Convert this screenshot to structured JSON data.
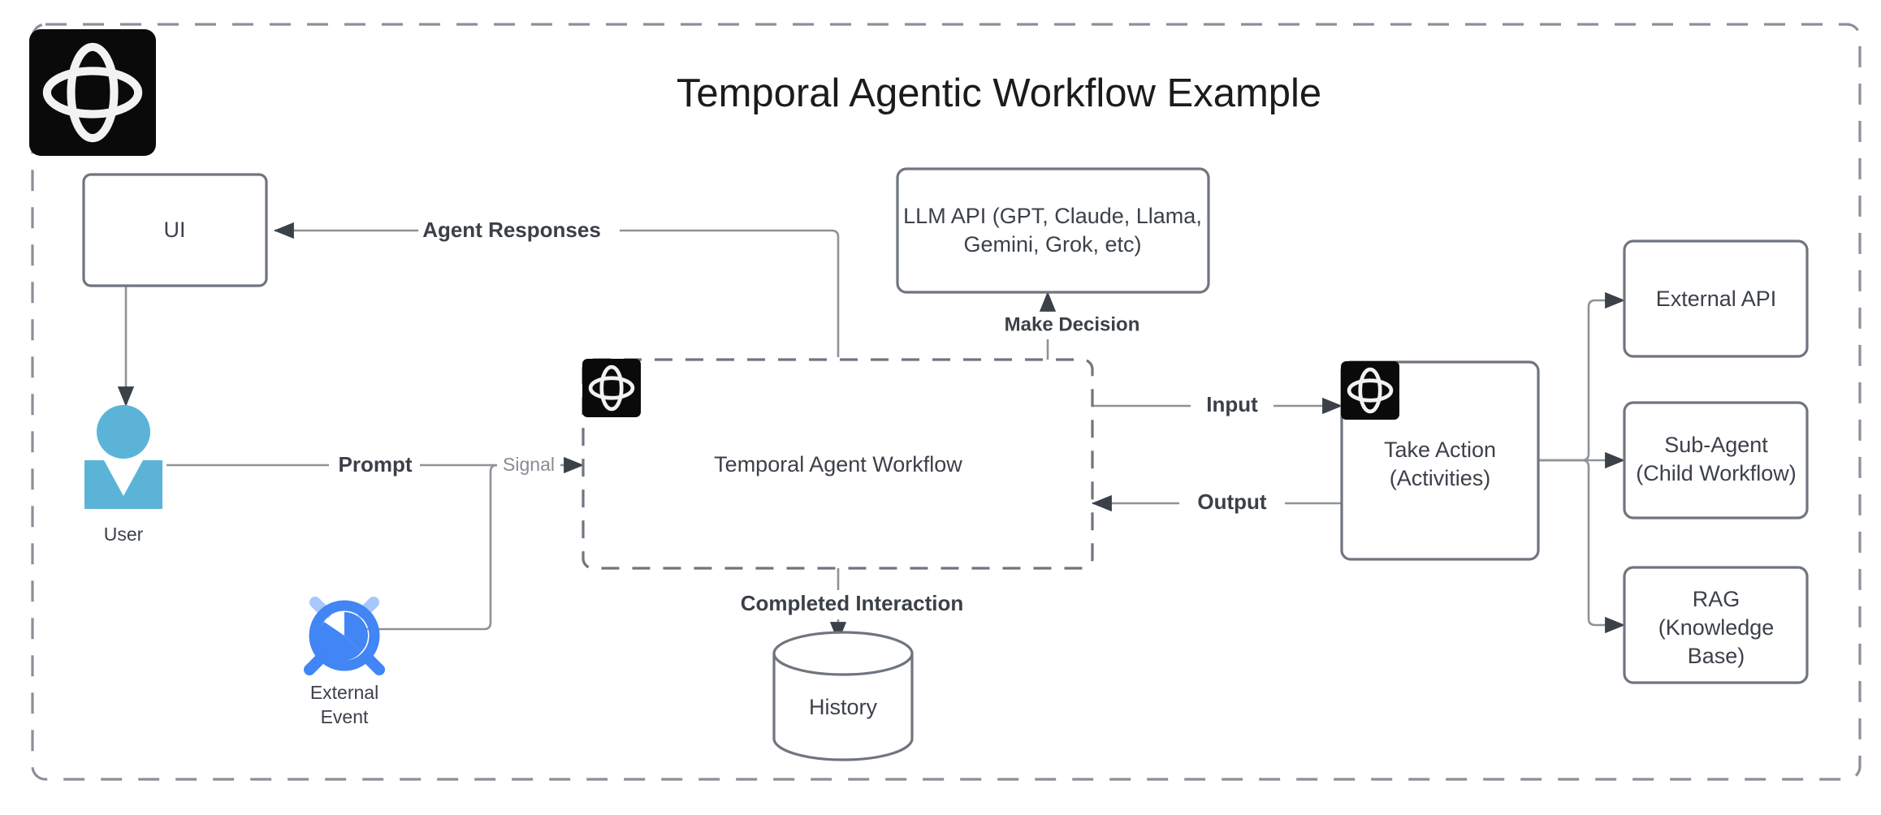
{
  "diagram": {
    "title": "Temporal Agentic Workflow Example",
    "brand_logo": "temporal-logo-icon",
    "colors": {
      "box_border": "#6f757f",
      "outer_border": "#8a8f99",
      "edge": "#8e9299",
      "user_blue": "#5bb4d8",
      "clock_blue": "#4285f4",
      "clock_bell_light": "#a8c7fb",
      "logo_bg": "#0a0a0a",
      "text": "#3c4149",
      "title_text": "#1b1b1b"
    },
    "nodes": {
      "ui": {
        "label": "UI",
        "shape": "rounded-rect"
      },
      "user": {
        "label": "User",
        "shape": "actor-icon"
      },
      "external_event": {
        "label_line1": "External",
        "label_line2": "Event",
        "shape": "alarm-clock-icon"
      },
      "llm_api": {
        "label_line1": "LLM API (GPT, Claude, Llama,",
        "label_line2": "Gemini, Grok, etc)",
        "shape": "rounded-rect"
      },
      "temporal_workflow": {
        "label": "Temporal Agent Workflow",
        "shape": "dashed-rounded-rect",
        "badge": "temporal-logo-icon"
      },
      "history": {
        "label": "History",
        "shape": "cylinder"
      },
      "take_action": {
        "label_line1": "Take Action",
        "label_line2": "(Activities)",
        "shape": "rounded-rect",
        "badge": "temporal-logo-icon"
      },
      "external_api": {
        "label": "External API",
        "shape": "rounded-rect"
      },
      "sub_agent": {
        "label_line1": "Sub-Agent",
        "label_line2": "(Child Workflow)",
        "shape": "rounded-rect"
      },
      "rag": {
        "label_line1": "RAG",
        "label_line2": "(Knowledge",
        "label_line3": "Base)",
        "shape": "rounded-rect"
      }
    },
    "edges": [
      {
        "id": "agent-responses",
        "label": "Agent Responses",
        "from": "temporal_workflow",
        "to": "ui",
        "style": "bold"
      },
      {
        "id": "ui-to-user",
        "label": "",
        "from": "ui",
        "to": "user",
        "style": "plain"
      },
      {
        "id": "prompt",
        "label": "Prompt",
        "from": "user",
        "to": "temporal_workflow",
        "style": "bold"
      },
      {
        "id": "signal",
        "label": "Signal",
        "from": "user",
        "to": "temporal_workflow",
        "style": "light"
      },
      {
        "id": "external-event-to-signal",
        "label": "",
        "from": "external_event",
        "to": "temporal_workflow",
        "style": "plain"
      },
      {
        "id": "make-decision",
        "label": "Make Decision",
        "from": "temporal_workflow",
        "to": "llm_api",
        "style": "bold"
      },
      {
        "id": "completed-interaction",
        "label": "Completed Interaction",
        "from": "temporal_workflow",
        "to": "history",
        "style": "bold"
      },
      {
        "id": "input",
        "label": "Input",
        "from": "temporal_workflow",
        "to": "take_action",
        "style": "bold"
      },
      {
        "id": "output",
        "label": "Output",
        "from": "take_action",
        "to": "temporal_workflow",
        "style": "bold"
      },
      {
        "id": "action-to-external-api",
        "label": "",
        "from": "take_action",
        "to": "external_api",
        "style": "plain"
      },
      {
        "id": "action-to-sub-agent",
        "label": "",
        "from": "take_action",
        "to": "sub_agent",
        "style": "plain"
      },
      {
        "id": "action-to-rag",
        "label": "",
        "from": "take_action",
        "to": "rag",
        "style": "plain"
      }
    ]
  }
}
